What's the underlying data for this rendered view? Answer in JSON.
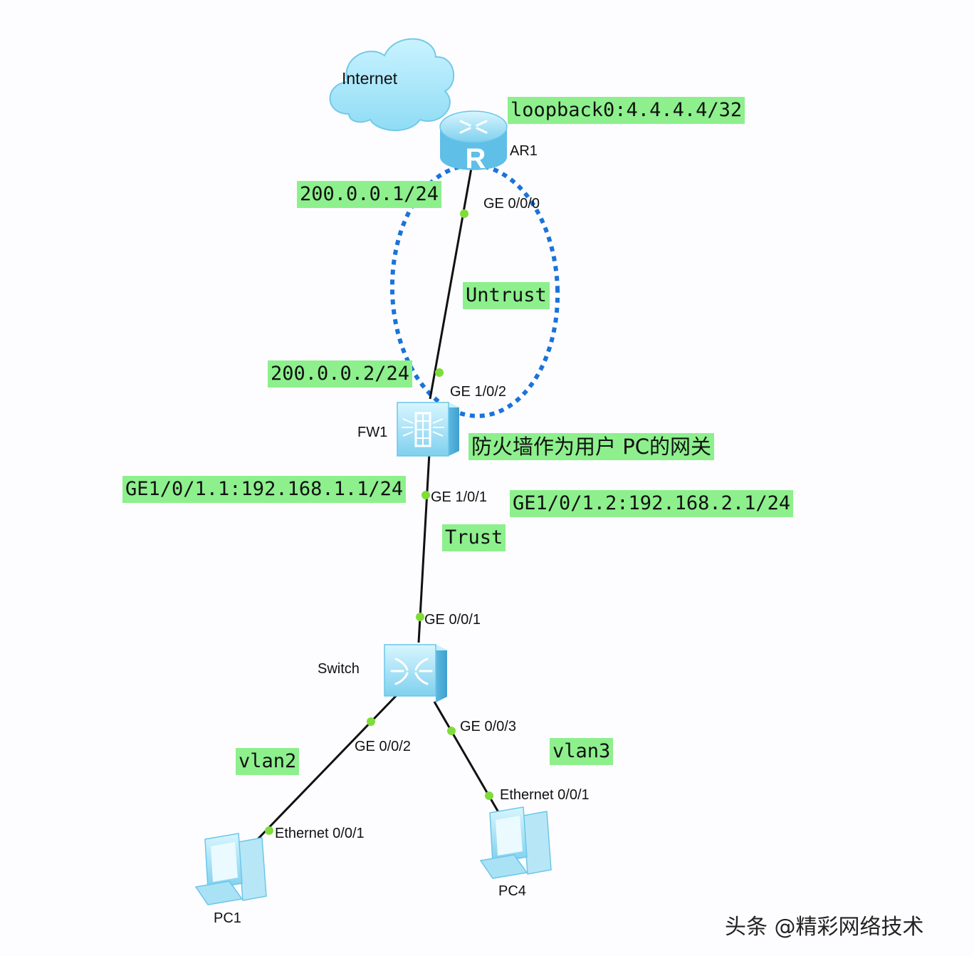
{
  "nodes": {
    "internet": {
      "label": "Internet"
    },
    "ar1": {
      "label": "AR1",
      "glyph": "R"
    },
    "fw1": {
      "label": "FW1"
    },
    "switch": {
      "label": "Switch"
    },
    "pc1": {
      "label": "PC1"
    },
    "pc4": {
      "label": "PC4"
    }
  },
  "ports": {
    "ar1_ge000": "GE 0/0/0",
    "fw_ge102": "GE 1/0/2",
    "fw_ge101": "GE 1/0/1",
    "sw_ge001": "GE 0/0/1",
    "sw_ge002": "GE 0/0/2",
    "sw_ge003": "GE 0/0/3",
    "pc1_eth": "Ethernet 0/0/1",
    "pc4_eth": "Ethernet 0/0/1"
  },
  "tags": {
    "loopback": "loopback0:4.4.4.4/32",
    "ar1_ip": "200.0.0.1/24",
    "untrust": "Untrust",
    "fw_ip": "200.0.0.2/24",
    "gateway_note": "防火墙作为用户 PC的网关",
    "sub1": "GE1/0/1.1:192.168.1.1/24",
    "sub2": "GE1/0/1.2:192.168.2.1/24",
    "trust": "Trust",
    "vlan2": "vlan2",
    "vlan3": "vlan3"
  },
  "watermark": "头条 @精彩网络技术",
  "colors": {
    "tag_bg": "#8df08d",
    "zone_dash": "#1a73d9",
    "port_dot": "#7fdc3a",
    "device_fill": "#8fd9f2",
    "link": "#111111"
  }
}
